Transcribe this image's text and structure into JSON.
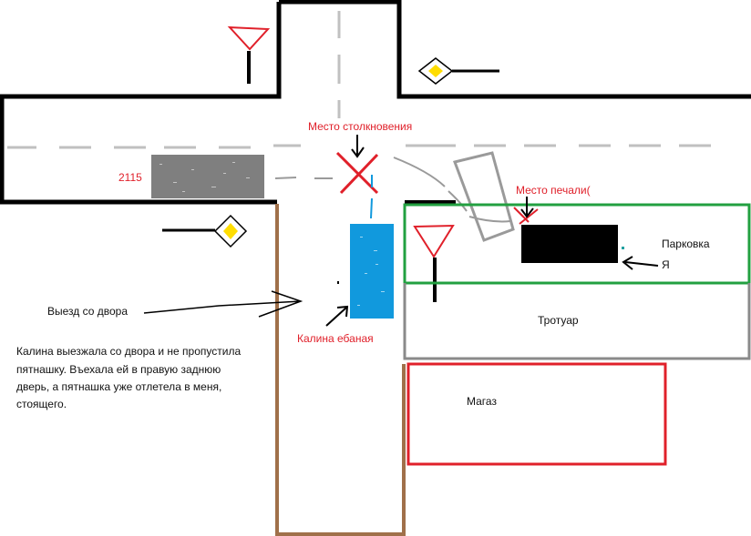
{
  "labels": {
    "car_2115": "2115",
    "collision_place": "Место столкновения",
    "sorrow_place": "Место печали(",
    "parking": "Парковка",
    "me": "Я",
    "yard_exit": "Выезд со двора",
    "kalina": "Калина ебаная",
    "sidewalk": "Тротуар",
    "shop": "Магаз"
  },
  "description_lines": [
    "Калина выезжала со двора и не пропустила",
    "пятнашку. Въехала ей в правую заднюю",
    "дверь, а пятнашка уже отлетела в меня,",
    "стоящего."
  ],
  "colors": {
    "road_outline": "#000000",
    "yard_road": "#a0704a",
    "lane_marking": "#c0c0c0",
    "car_2115": "#7f7f7f",
    "car_kalina": "#1199dd",
    "my_car": "#000000",
    "parking_border": "#22a040",
    "sidewalk_border": "#8a8a8a",
    "shop_border": "#e0202a",
    "text_red": "#e0202a",
    "priority_sign_fill": "#ffdd00",
    "yield_sign": "#e0202a"
  }
}
